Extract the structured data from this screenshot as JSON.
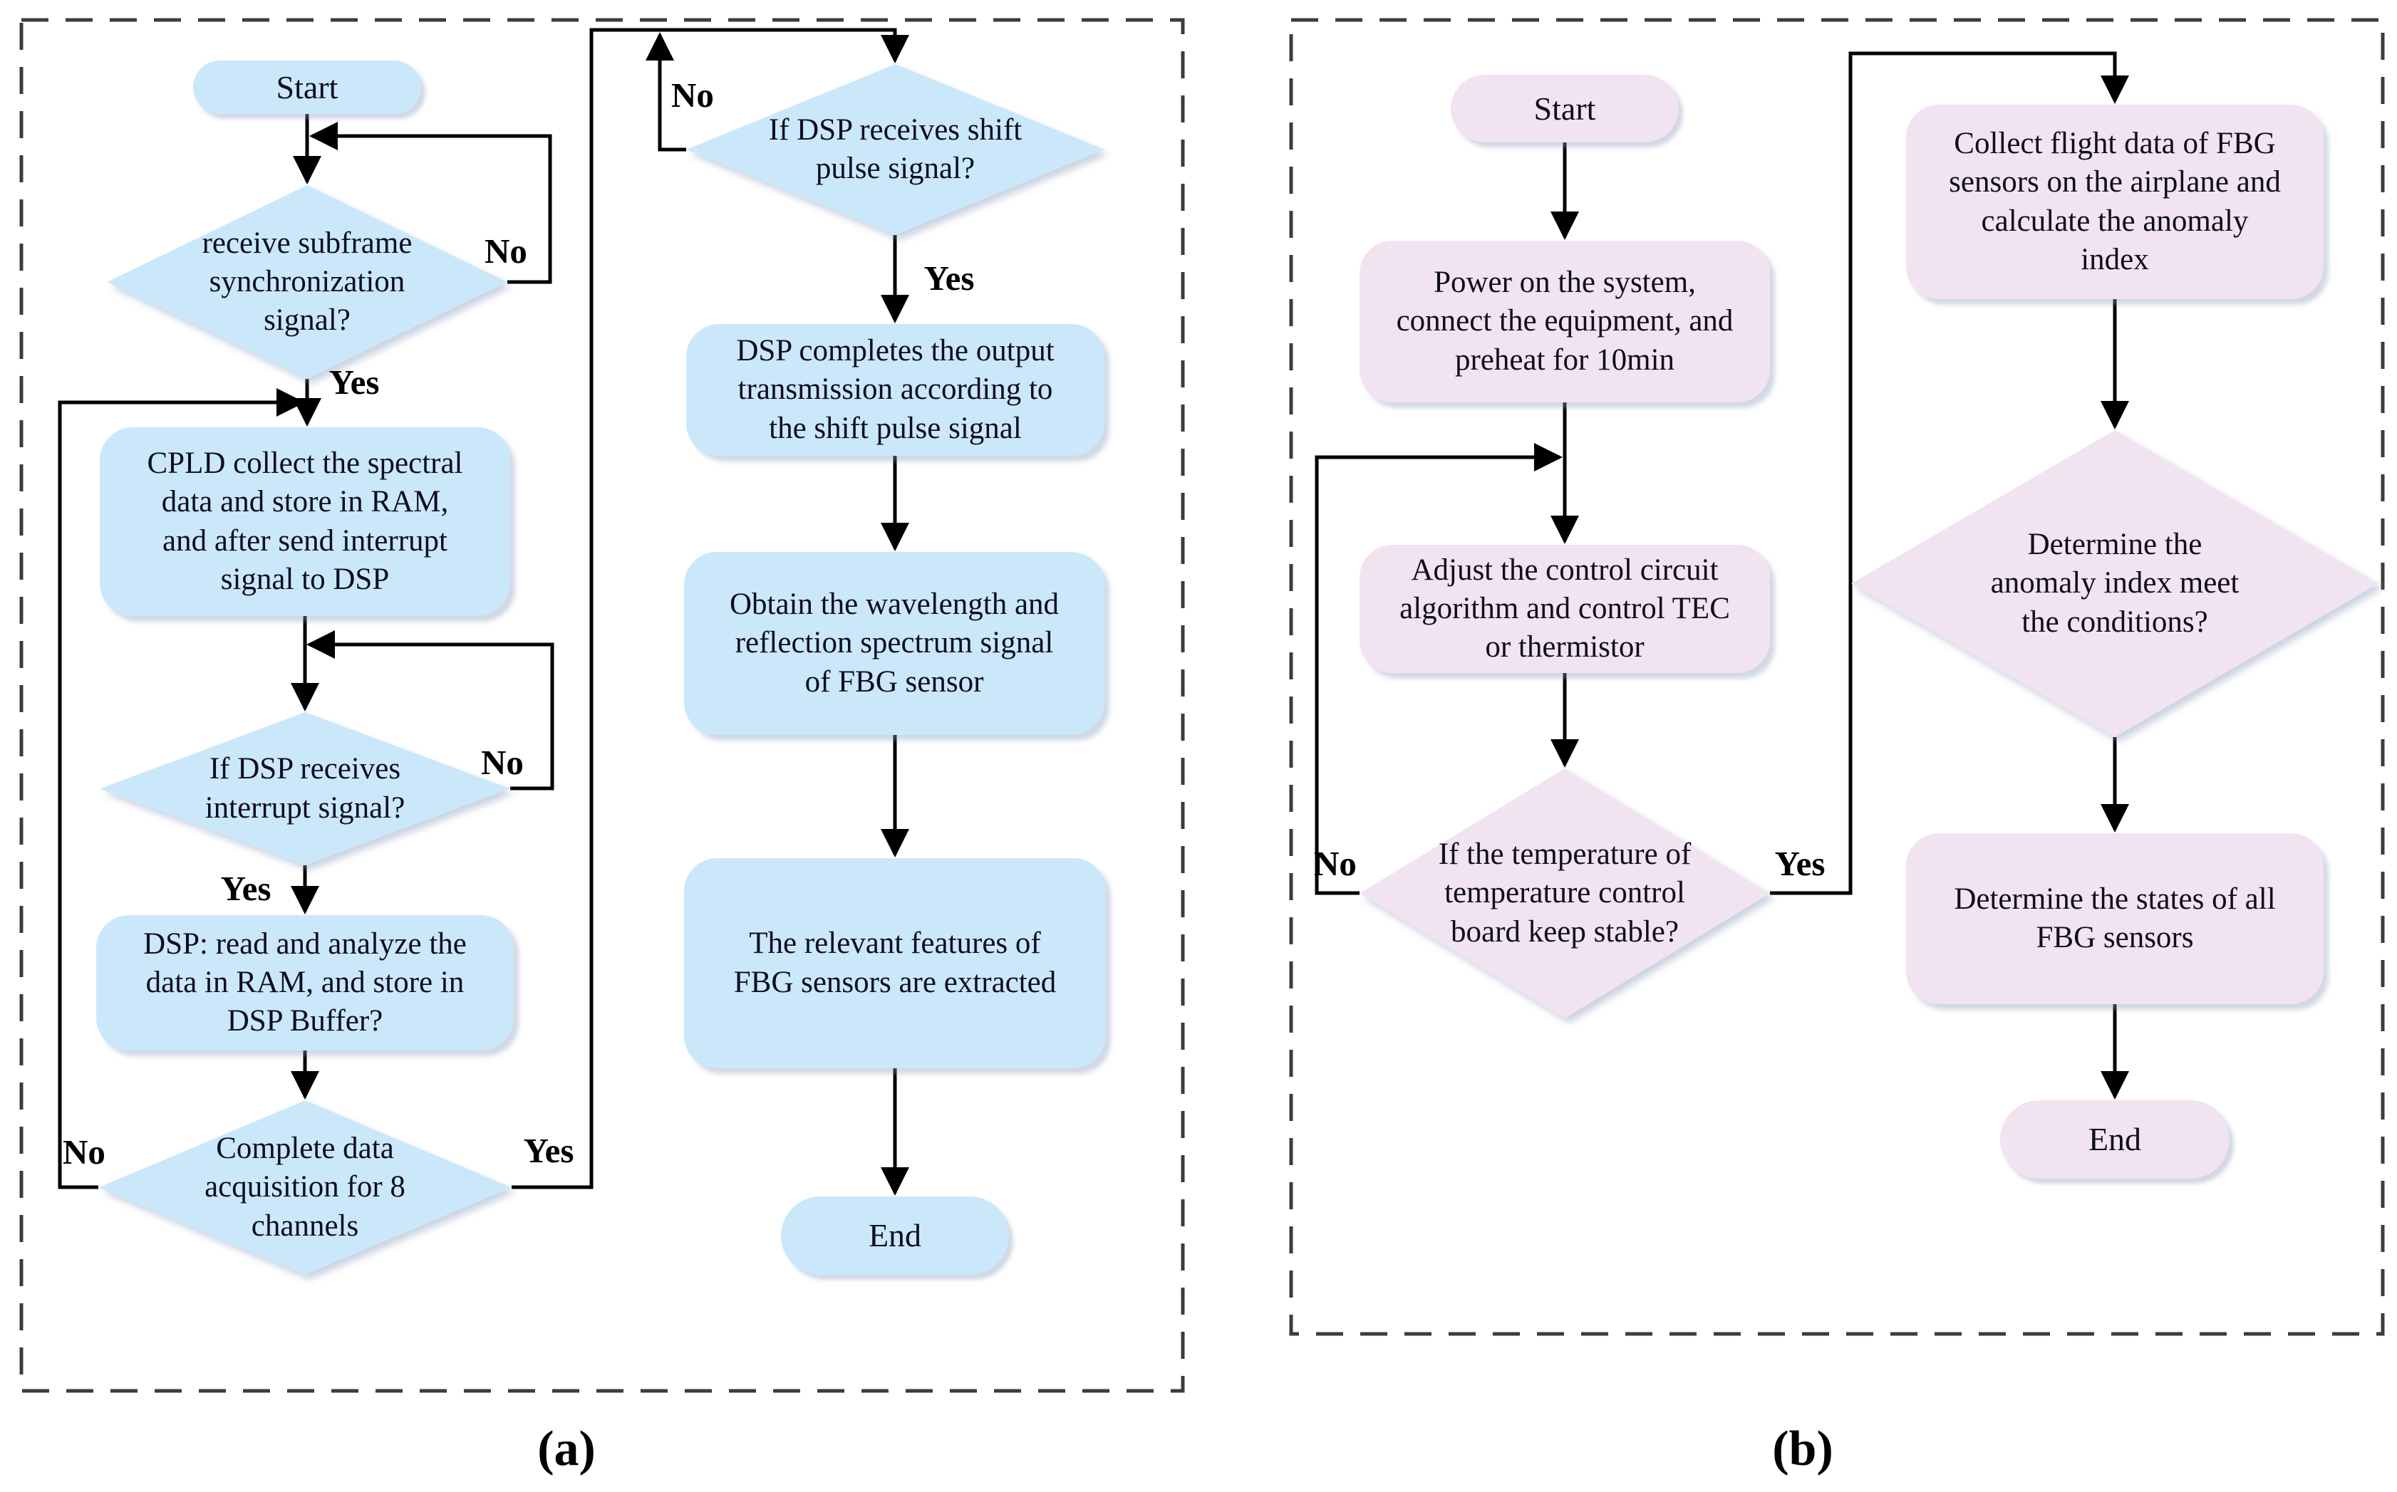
{
  "figure": {
    "caption_a": "(a)",
    "caption_b": "(b)"
  },
  "branch_labels": {
    "yes": "Yes",
    "no": "No"
  },
  "colors": {
    "panel_a_fill": "#cbe8fb",
    "panel_b_fill": "#f2e3f1",
    "connector": "#000000",
    "border": "#3c3c3c",
    "text": "#0e0e1e"
  },
  "panel_a": {
    "nodes": {
      "start": "Start",
      "decision_subframe": "receive subframe\nsynchronization\nsignal?",
      "process_cpld": "CPLD collect the spectral\ndata and store in RAM,\nand after send interrupt\nsignal to DSP",
      "decision_interrupt": "If DSP receives\ninterrupt signal?",
      "process_dsp_read": "DSP: read and analyze the\ndata in RAM, and store in\nDSP Buffer?",
      "decision_channels": "Complete data\nacquisition for 8\nchannels",
      "decision_shift_pulse": "If DSP receives shift\npulse signal?",
      "process_output": "DSP completes the output\ntransmission according to\nthe shift pulse signal",
      "process_obtain": "Obtain the wavelength and\nreflection spectrum signal\nof FBG sensor",
      "process_features": "The relevant features of\nFBG sensors are extracted",
      "end": "End"
    }
  },
  "panel_b": {
    "nodes": {
      "start": "Start",
      "process_power_on": "Power on the system,\nconnect the equipment, and\npreheat for 10min",
      "process_adjust": "Adjust the control circuit\nalgorithm and control TEC\nor thermistor",
      "decision_temperature": "If the temperature of\ntemperature control\nboard keep stable?",
      "process_collect": "Collect flight data of FBG\nsensors on the airplane and\ncalculate the anomaly\nindex",
      "decision_anomaly": "Determine the\nanomaly index meet\nthe conditions?",
      "process_states": "Determine the states of all\nFBG sensors",
      "end": "End"
    }
  }
}
